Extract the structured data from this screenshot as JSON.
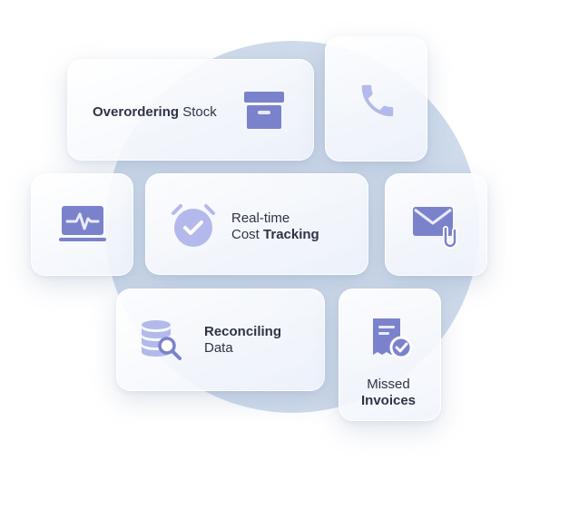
{
  "colors": {
    "icon": "#7b82cc",
    "icon_light": "#b3b9ea",
    "text": "#2f3345",
    "blob": "#cfdbeb"
  },
  "cards": {
    "overordering": {
      "bold": "Overordering",
      "rest": " Stock",
      "icon": "archive-box-icon"
    },
    "phone": {
      "icon": "phone-icon"
    },
    "monitor": {
      "icon": "activity-monitor-icon"
    },
    "realtime": {
      "line1": "Real-time",
      "line2_pre": "Cost ",
      "line2_bold": "Tracking",
      "icon": "alarm-clock-check-icon"
    },
    "email": {
      "icon": "mail-attachment-icon"
    },
    "reconciling": {
      "line1_bold": "Reconciling",
      "line2": "Data",
      "icon": "database-search-icon"
    },
    "missed": {
      "line1": "Missed",
      "line2_bold": "Invoices",
      "icon": "receipt-check-icon"
    }
  }
}
